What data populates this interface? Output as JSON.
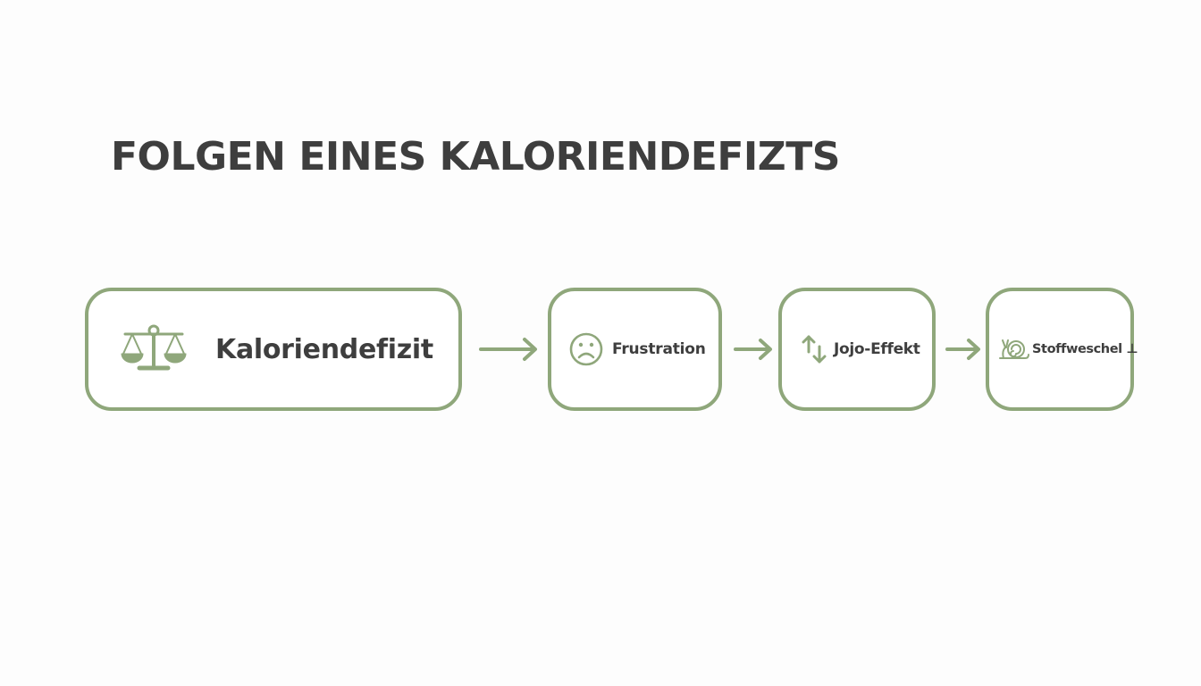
{
  "title": "FOLGEN EINES KALORIENDEFIZTS",
  "accent_color": "#8fa77b",
  "steps": [
    {
      "label": "Kaloriendefizit",
      "icon": "balance-scale-icon"
    },
    {
      "label": "Frustration",
      "icon": "sad-face-icon"
    },
    {
      "label": "Jojo-Effekt",
      "icon": "up-down-arrows-icon"
    },
    {
      "label": "Stoffweschel ⊥",
      "icon": "snail-icon"
    }
  ],
  "connectors": [
    {
      "icon": "arrow-right-icon"
    },
    {
      "icon": "arrow-right-icon"
    },
    {
      "icon": "arrow-right-icon"
    }
  ]
}
